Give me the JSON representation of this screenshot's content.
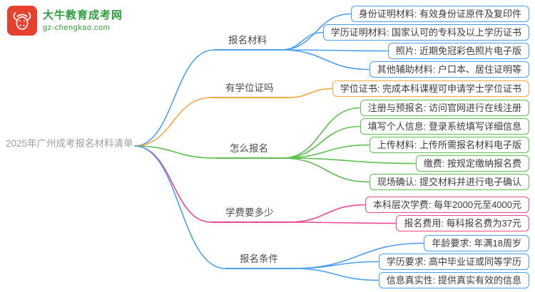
{
  "logo": {
    "brand": "大牛教育成考网",
    "domain": "gz-chengkao.com",
    "brand_color": "#2f9e3e",
    "box_color": "#e6402f",
    "icon": "bull-icon"
  },
  "mindmap": {
    "root": "2025年广州成考报名材料清单",
    "root_text_color": "#98a0a8",
    "branches": [
      {
        "label": "报名材料",
        "color": "#4aa0f0",
        "children": [
          "身份证明材料: 有效身份证原件及复印件",
          "学历证明材料: 国家认可的专科及以上学历证书",
          "照片: 近期免冠彩色照片电子版",
          "其他辅助材料: 户口本、居住证明等"
        ]
      },
      {
        "label": "有学位证吗",
        "color": "#f6a63c",
        "children": [
          "学位证书: 完成本科课程可申请学士学位证书"
        ]
      },
      {
        "label": "怎么报名",
        "color": "#5cbf4e",
        "children": [
          "注册与预报名: 访问官网进行在线注册",
          "填写个人信息: 登录系统填写详细信息",
          "上传材料: 上传所需报名材料电子版",
          "缴费: 按规定缴纳报名费",
          "现场确认: 提交材料并进行电子确认"
        ]
      },
      {
        "label": "学费要多少",
        "color": "#ec4696",
        "children": [
          "本科层次学费: 每年2000元至4000元",
          "报名费用: 每科报名费为37元"
        ]
      },
      {
        "label": "报名条件",
        "color": "#4aa0f0",
        "children": [
          "年龄要求: 年满18周岁",
          "学历要求: 高中毕业证或同等学历",
          "信息真实性: 提供真实有效的信息"
        ]
      }
    ]
  }
}
